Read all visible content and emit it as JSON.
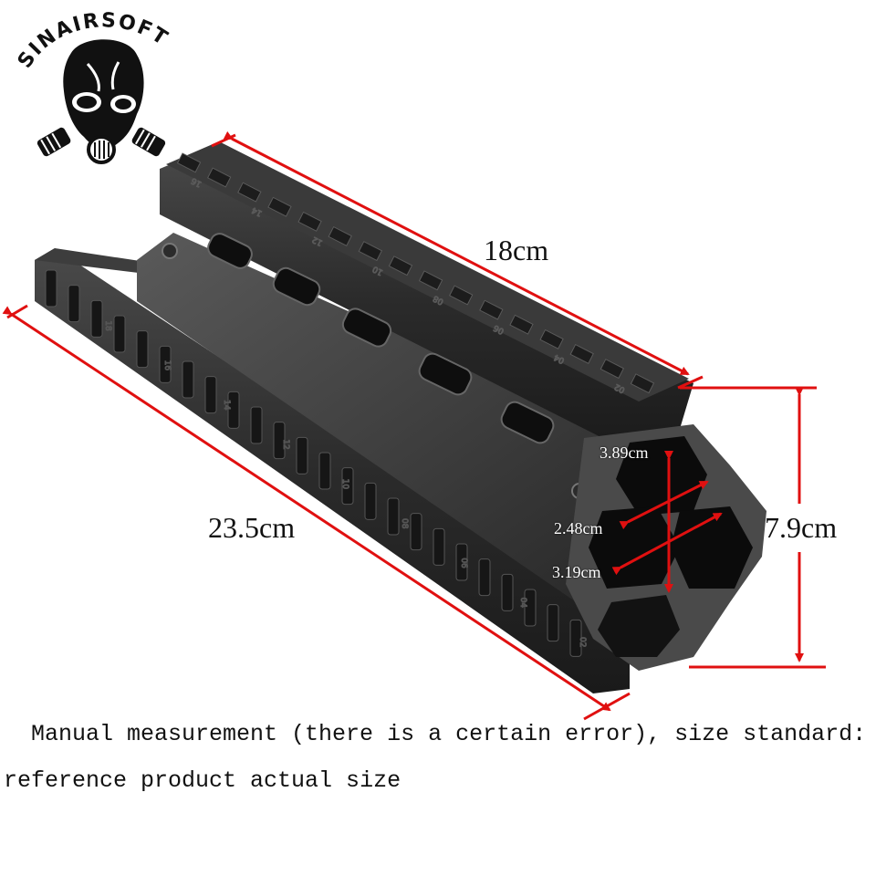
{
  "brand": {
    "name": "SINAIRSOFT",
    "logo_icon": "gas-mask-skull-icon"
  },
  "product": {
    "type": "tri-rail handguard",
    "top_rail_markings": [
      "16",
      "14",
      "12",
      "10",
      "08",
      "06",
      "04",
      "02"
    ],
    "side_rail_markings": [
      "18",
      "16",
      "14",
      "12",
      "10",
      "08",
      "06",
      "04",
      "02"
    ],
    "body_color": "#2a2a2a"
  },
  "dimensions": {
    "top_length": "18cm",
    "total_length": "23.5cm",
    "height": "7.9cm",
    "inner_1": "3.89cm",
    "inner_2": "2.48cm",
    "inner_3": "3.19cm"
  },
  "caption": {
    "line1": "Manual measurement (there is a certain error), size standard:",
    "line2": "reference product actual size"
  },
  "colors": {
    "arrow": "#e01010",
    "text": "#111111",
    "background": "#ffffff"
  }
}
